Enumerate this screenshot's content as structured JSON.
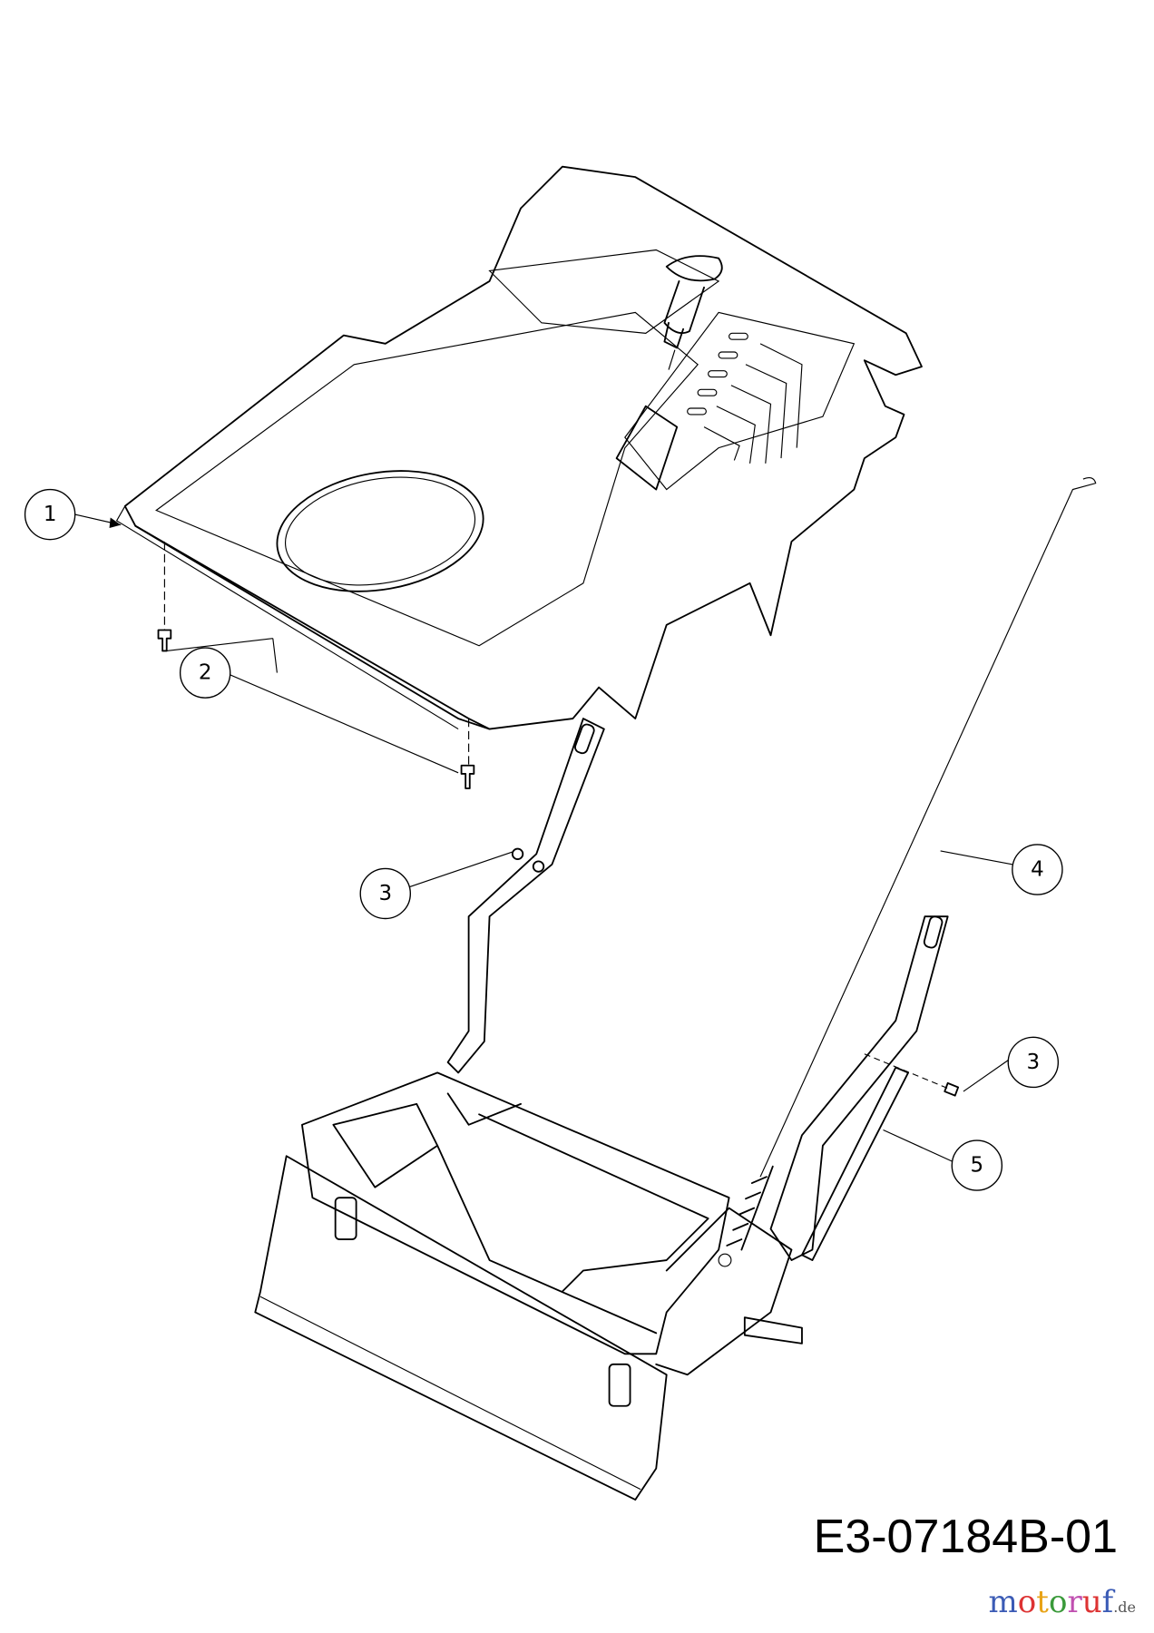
{
  "drawing_id": "E3-07184B-01",
  "watermark": {
    "text": "motoruf",
    "tld": ".de"
  },
  "callouts": [
    {
      "label": "1",
      "part": "shroud-cover"
    },
    {
      "label": "2",
      "part": "screw"
    },
    {
      "label": "3",
      "part": "nut"
    },
    {
      "label": "4",
      "part": "control-cable-rod"
    },
    {
      "label": "3",
      "part": "nut"
    },
    {
      "label": "5",
      "part": "bracket"
    }
  ]
}
